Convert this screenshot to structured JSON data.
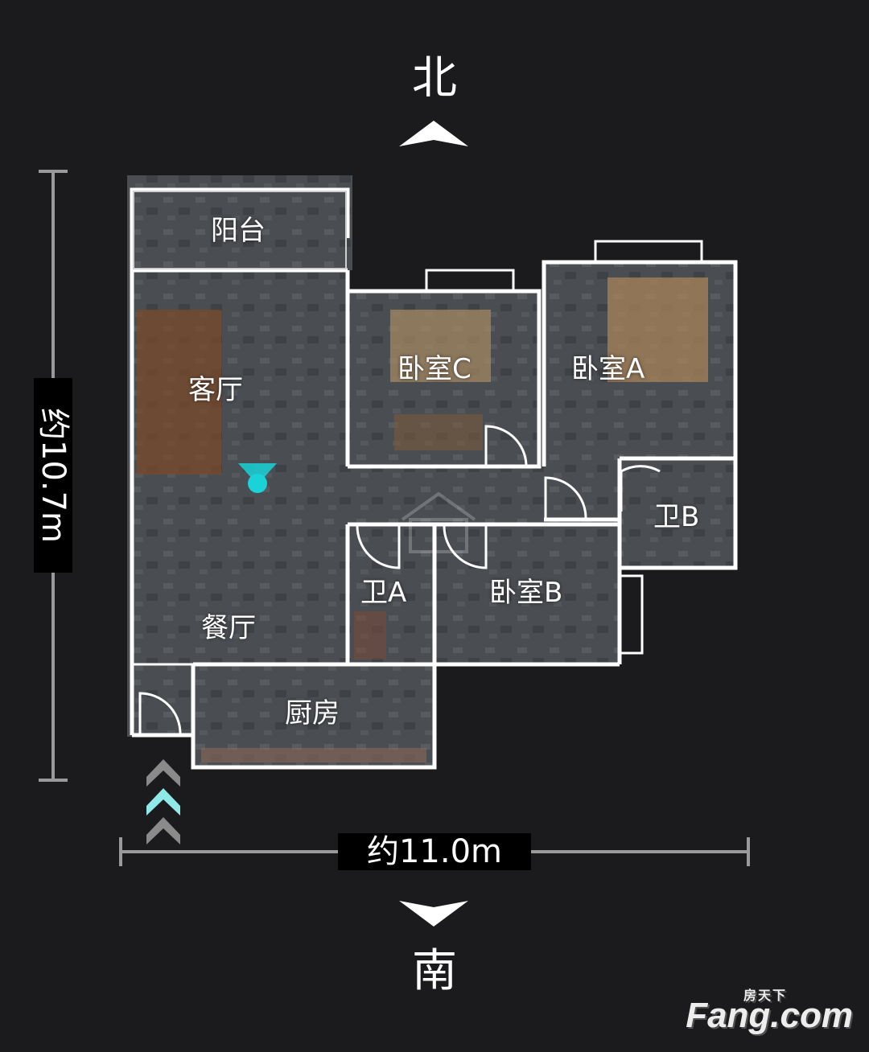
{
  "compass": {
    "north": "北",
    "south": "南"
  },
  "dimensions": {
    "width_label": "约11.0m",
    "height_label": "约10.7m"
  },
  "rooms": {
    "balcony": "阳台",
    "living_room": "客厅",
    "dining_room": "餐厅",
    "kitchen": "厨房",
    "bedroom_a": "卧室A",
    "bedroom_b": "卧室B",
    "bedroom_c": "卧室C",
    "bathroom_a": "卫A",
    "bathroom_b": "卫B"
  },
  "watermark": {
    "brand": "Fang.com",
    "brand_cn": "房天下"
  },
  "colors": {
    "background": "#1b1b1d",
    "wall": "#ffffff",
    "floor": "#4a4d51",
    "position_marker": "#19d3d8",
    "entry_arrow_active": "#8fe9e6",
    "entry_arrow": "#8a8a8a",
    "dimension_line": "#9a9a9a"
  },
  "icons": {
    "north_arrow": "chevron-up-icon",
    "south_arrow": "chevron-down-icon",
    "entrance": "double-chevron-up-icon",
    "position": "location-dot-icon"
  }
}
